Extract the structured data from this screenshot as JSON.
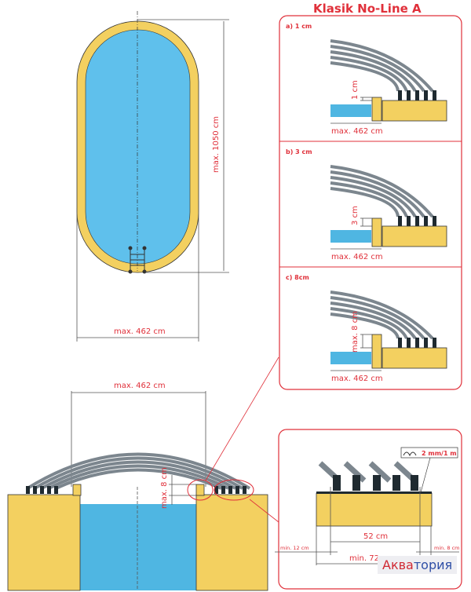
{
  "title": "Klasik No-Line  A",
  "top_view": {
    "length_label": "max. 1050 cm",
    "width_label": "max. 462 cm"
  },
  "cross_section": {
    "width_label": "max. 462 cm",
    "height_label": "max. 8 cm"
  },
  "detail_panels": [
    {
      "id": "a",
      "label": "a) 1 cm",
      "height_label": "1 cm",
      "width_label": "max. 462 cm"
    },
    {
      "id": "b",
      "label": "b) 3 cm",
      "height_label": "3 cm",
      "width_label": "max. 462 cm"
    },
    {
      "id": "c",
      "label": "c) 8cm",
      "height_label": "max. 8 cm",
      "width_label": "max. 462 cm"
    }
  ],
  "base_detail": {
    "slope_label": "2 mm/1 m",
    "inner_width": "52 cm",
    "min_left": "min. 12 cm",
    "min_right": "min. 8 cm",
    "min_total": "min. 72 cm"
  },
  "watermark": {
    "part1": "Аква",
    "part2": "тория"
  },
  "colors": {
    "accent": "#e0303a",
    "sand": "#f3d060",
    "water": "#4fb6e2",
    "pipe": "#7c868e"
  }
}
